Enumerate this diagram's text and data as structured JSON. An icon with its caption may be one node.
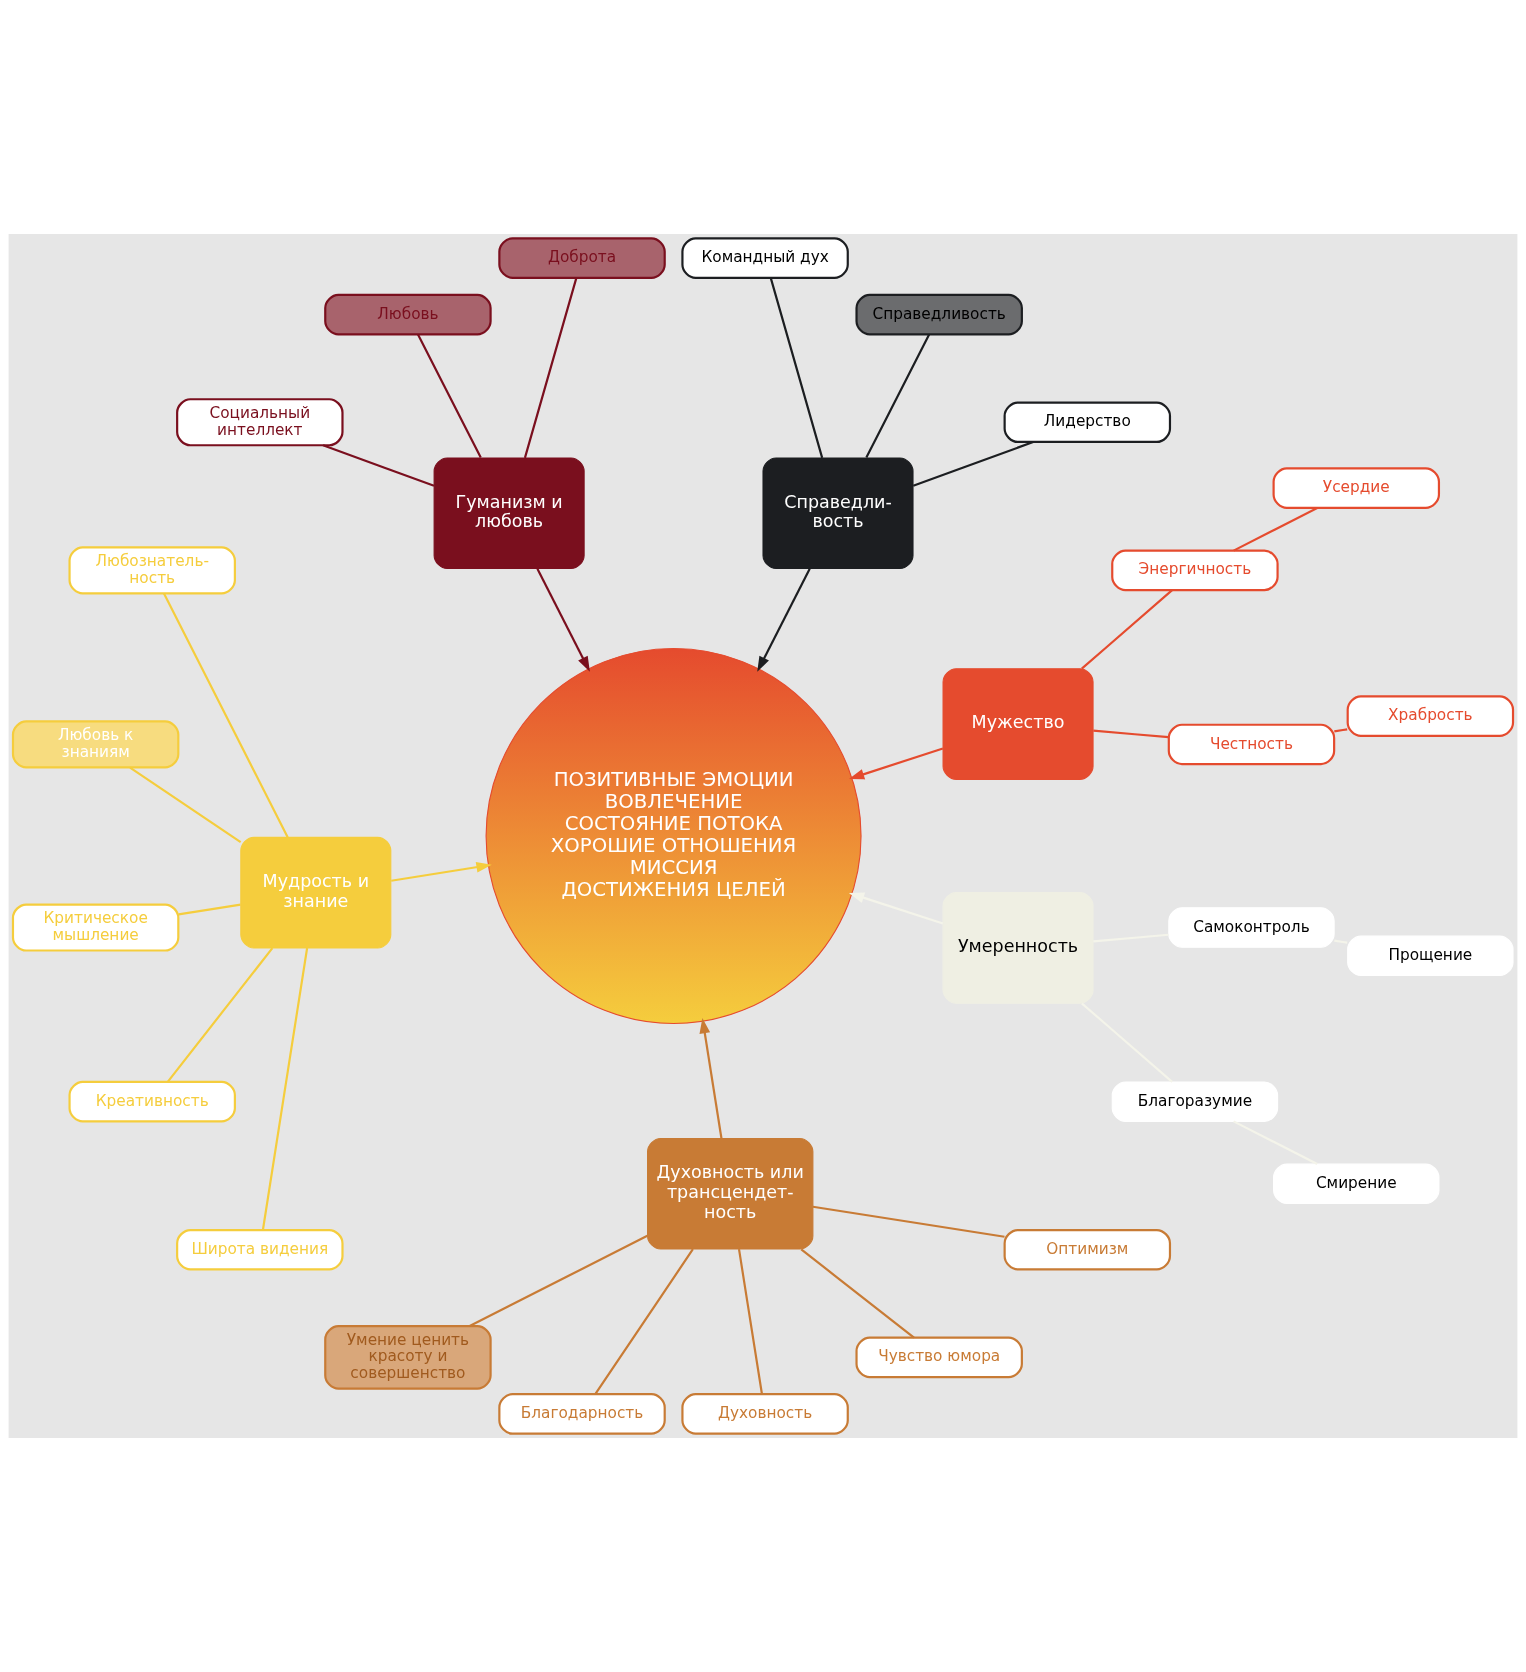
{
  "diagram": {
    "nodes": [
      {
        "text": [
          "Храбрость"
        ]
      },
      {
        "text": [
          "Усердие"
        ]
      },
      {
        "text": [
          "Честность"
        ]
      },
      {
        "text": [
          "Энергичность"
        ]
      },
      {
        "text": [
          "Мужество"
        ]
      },
      {
        "text": [
          "Лидерство"
        ]
      },
      {
        "text": [
          "Доброта"
        ]
      },
      {
        "text": [
          "Справедливость"
        ]
      },
      {
        "text": [
          "Справедли- вость"
        ]
      },
      {
        "text": [
          "Гуманизм и любовь"
        ]
      },
      {
        "text": [
          "Любовь"
        ]
      },
      {
        "text": [
          "ПОЗИТИВНЫЕ ЭМОЦИИ",
          "ВОВЛЕЧЕНИЕ",
          "СОСТОЯНИЕ ПОТОКА",
          "ХОРОШИЕ ОТНОШЕНИЯ",
          "МИССИЯ",
          "ДОСТИЖЕНИЯ ЦЕЛЕЙ"
        ]
      },
      {
        "text": [
          "Командный дух"
        ]
      },
      {
        "text": [
          "Социальный интеллект"
        ]
      },
      {
        "text": [
          "Любознатель- ность"
        ]
      },
      {
        "text": [
          "Умение ценить красоту и совершенство"
        ]
      },
      {
        "text": [
          "Любовь к знаниям"
        ]
      },
      {
        "text": [
          "Мудрость и знание"
        ]
      },
      {
        "text": [
          "Духовность или трансцендет- ность"
        ]
      },
      {
        "text": [
          "Благодарность"
        ]
      },
      {
        "text": [
          "Критическое мышление"
        ]
      },
      {
        "text": [
          "Духовность"
        ]
      },
      {
        "text": [
          "Умеренность"
        ]
      },
      {
        "text": [
          "Креативность"
        ]
      },
      {
        "text": [
          "Чувство юмора"
        ]
      },
      {
        "text": [
          "Широта видения"
        ]
      },
      {
        "text": [
          "Оптимизм"
        ]
      },
      {
        "text": [
          "Благоразумие"
        ]
      },
      {
        "text": [
          "Самоконтроль"
        ]
      },
      {
        "text": [
          "Смирение"
        ]
      },
      {
        "text": [
          "Прощение"
        ]
      }
    ],
    "edges": [
      {
        "from": 0,
        "to": 2,
        "arrow": "none",
        "color": "#e54b2e"
      },
      {
        "from": 2,
        "to": 4,
        "arrow": "none",
        "color": "#e54b2e"
      },
      {
        "from": 1,
        "to": 3,
        "arrow": "none",
        "color": "#e54b2e"
      },
      {
        "from": 3,
        "to": 4,
        "arrow": "none",
        "color": "#e54b2e"
      },
      {
        "from": 4,
        "to": 11,
        "arrow": "to",
        "color": "#e54b2e"
      },
      {
        "from": 5,
        "to": 8,
        "arrow": "none",
        "color": "#1c1e21"
      },
      {
        "from": 7,
        "to": 8,
        "arrow": "none",
        "color": "#1c1e21"
      },
      {
        "from": 12,
        "to": 8,
        "arrow": "none",
        "color": "#1c1e21"
      },
      {
        "from": 8,
        "to": 11,
        "arrow": "to",
        "color": "#1c1e21"
      },
      {
        "from": 6,
        "to": 9,
        "arrow": "none",
        "color": "#7a0f1e"
      },
      {
        "from": 10,
        "to": 9,
        "arrow": "none",
        "color": "#7a0f1e"
      },
      {
        "from": 13,
        "to": 9,
        "arrow": "none",
        "color": "#7a0f1e"
      },
      {
        "from": 9,
        "to": 11,
        "arrow": "to",
        "color": "#7a0f1e"
      },
      {
        "from": 14,
        "to": 17,
        "arrow": "none",
        "color": "#f5cd3d"
      },
      {
        "from": 16,
        "to": 17,
        "arrow": "none",
        "color": "#f5cd3d"
      },
      {
        "from": 20,
        "to": 17,
        "arrow": "none",
        "color": "#f5cd3d"
      },
      {
        "from": 23,
        "to": 17,
        "arrow": "none",
        "color": "#f5cd3d"
      },
      {
        "from": 25,
        "to": 17,
        "arrow": "none",
        "color": "#f5cd3d"
      },
      {
        "from": 17,
        "to": 11,
        "arrow": "to",
        "color": "#f5cd3d"
      },
      {
        "from": 15,
        "to": 18,
        "arrow": "none",
        "color": "#c87b35"
      },
      {
        "from": 19,
        "to": 18,
        "arrow": "none",
        "color": "#c87b35"
      },
      {
        "from": 21,
        "to": 18,
        "arrow": "none",
        "color": "#c87b35"
      },
      {
        "from": 24,
        "to": 18,
        "arrow": "none",
        "color": "#c87b35"
      },
      {
        "from": 26,
        "to": 18,
        "arrow": "none",
        "color": "#c87b35"
      },
      {
        "from": 18,
        "to": 11,
        "arrow": "to",
        "color": "#c87b35"
      },
      {
        "from": 29,
        "to": 27,
        "arrow": "none",
        "color": "#f4f4ea"
      },
      {
        "from": 27,
        "to": 22,
        "arrow": "none",
        "color": "#f4f4ea"
      },
      {
        "from": 30,
        "to": 28,
        "arrow": "none",
        "color": "#f4f4ea"
      },
      {
        "from": 28,
        "to": 22,
        "arrow": "none",
        "color": "#f4f4ea"
      },
      {
        "from": 22,
        "to": 11,
        "arrow": "to",
        "color": "#f4f4ea"
      }
    ]
  }
}
